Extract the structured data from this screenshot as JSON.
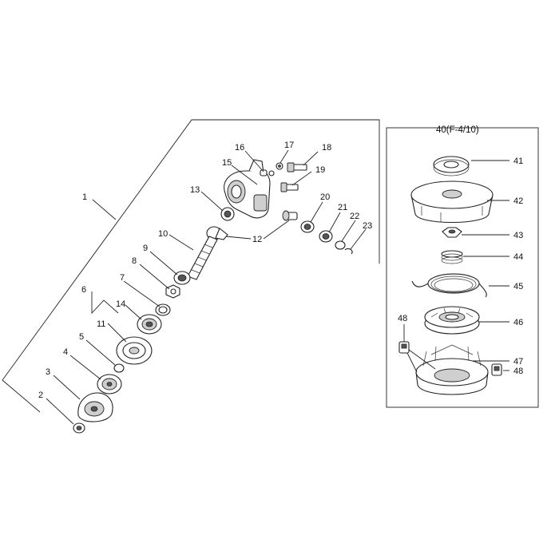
{
  "diagram": {
    "kit_label": "40(F-4/10)",
    "callouts": {
      "p1": "1",
      "p2": "2",
      "p3": "3",
      "p4": "4",
      "p5": "5",
      "p6": "6",
      "p7": "7",
      "p8": "8",
      "p9": "9",
      "p10": "10",
      "p11": "11",
      "p12": "12",
      "p13": "13",
      "p14": "14",
      "p15": "15",
      "p16": "16",
      "p17": "17",
      "p18": "18",
      "p19": "19",
      "p20": "20",
      "p21": "21",
      "p22": "22",
      "p23": "23",
      "p41": "41",
      "p42": "42",
      "p43": "43",
      "p44": "44",
      "p45": "45",
      "p46": "46",
      "p47": "47",
      "p48a": "48",
      "p48b": "48"
    }
  }
}
